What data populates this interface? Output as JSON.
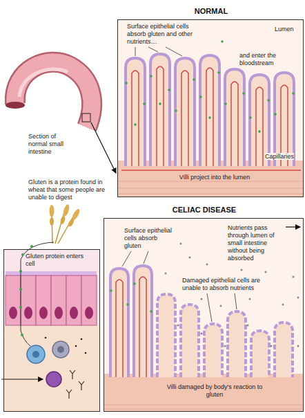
{
  "diagram": {
    "nodes": [
      {
        "text": [
          "NORMAL",
          "Surface epithelial cells absorb gluten and other nutrients…",
          "Lumen",
          "and enter the bloodstream",
          "Capillaries",
          "Villi project into the lumen"
        ]
      },
      {
        "text": [
          "CELIAC DISEASE",
          "Surface epithelial cells absorb gluten",
          "Nutrients pass through lumen of small intestine without being absorbed",
          "Damaged epithelial cells are unable to absorb nutrients",
          "Villi damaged by body's reaction to gluten"
        ]
      },
      {
        "text": [
          "Gluten protein enters cell"
        ]
      }
    ],
    "labels": [
      "Section of normal small intestine",
      "Gluten is a protein found in wheat that some people are unable to digest"
    ]
  }
}
